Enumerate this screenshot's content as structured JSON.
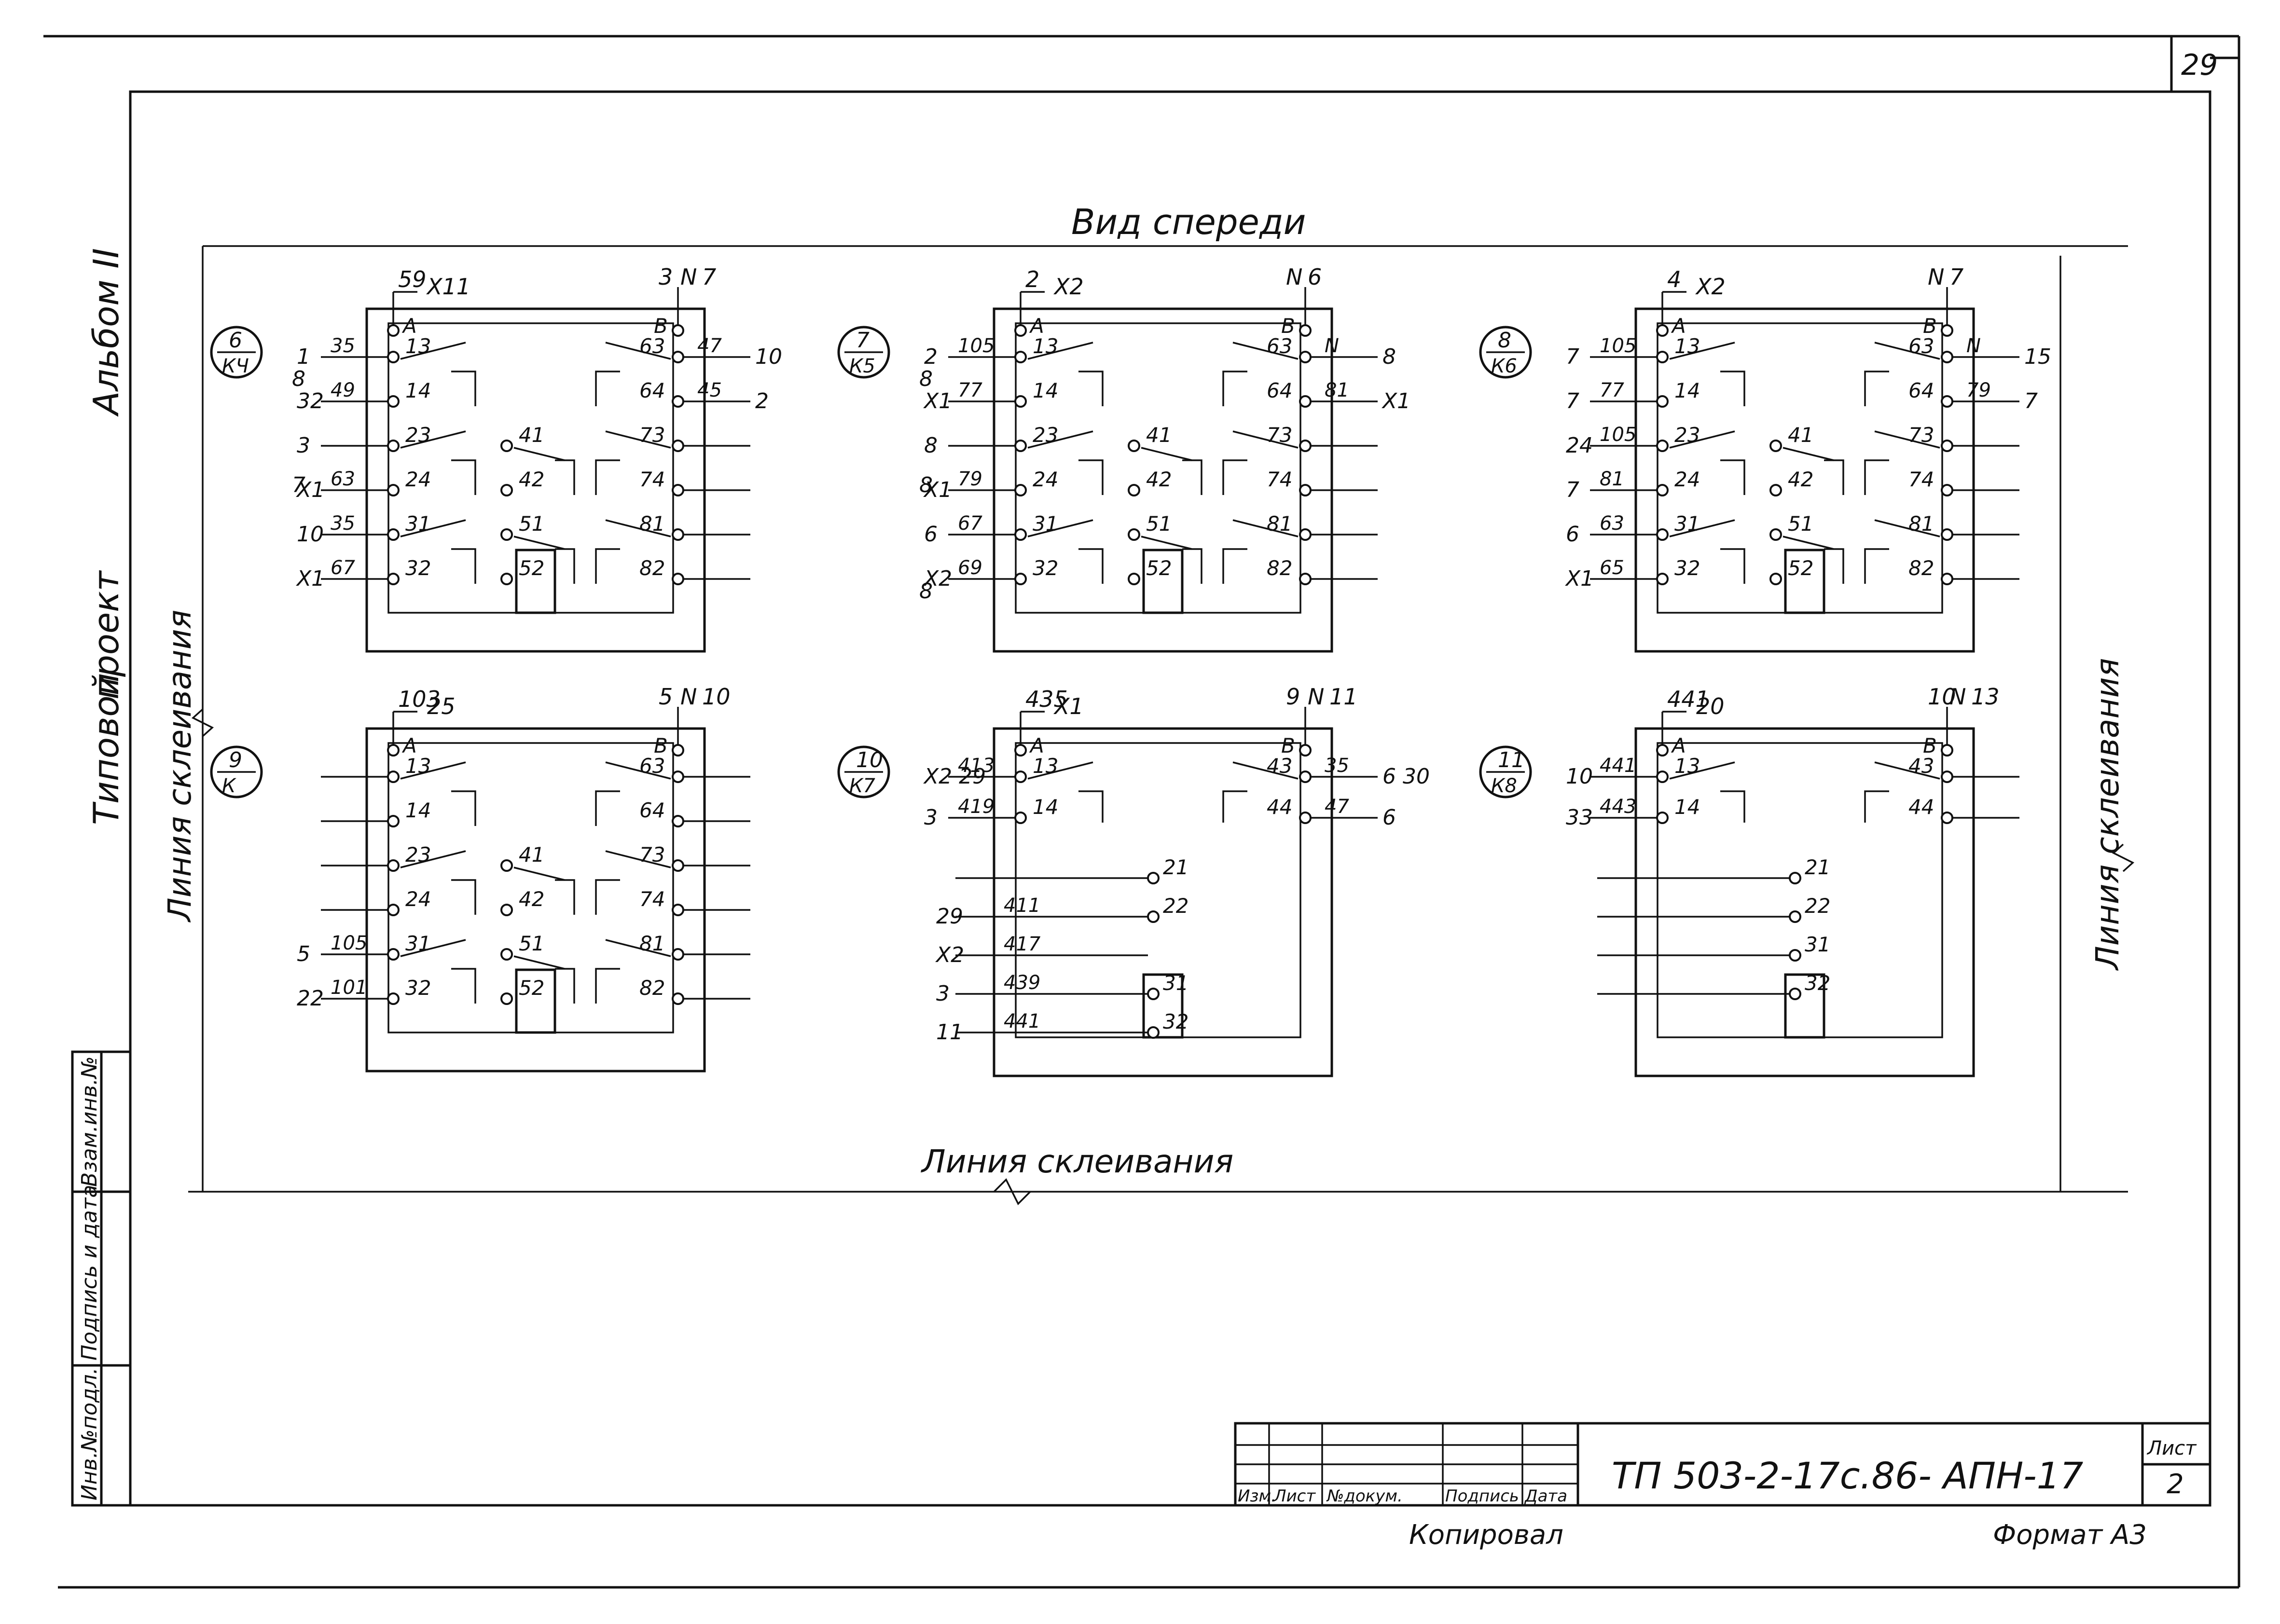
{
  "sheet": {
    "page_number": "29",
    "view_title": "Вид спереди",
    "glue_line_label": "Линия склеивания",
    "side_labels": [
      "Альбом II",
      "Типовой",
      "проект"
    ],
    "stamp_labels": [
      "Инв.№подл.",
      "Подпись и дата",
      "Взам.инв.№"
    ],
    "title_block": {
      "columns": [
        "Изм.",
        "Лист",
        "№докум.",
        "Подпись",
        "Дата"
      ],
      "code": "ТП   503-2-17с.86-  АПН-17",
      "sheet_label": "Лист",
      "sheet_number": "2",
      "copied_label": "Копировал",
      "format_label": "Формат А3"
    }
  },
  "relays": [
    {
      "tag_top": "6",
      "tag_bottom": "КЧ",
      "top_left_wire": "59",
      "top_left_dest": "Х11",
      "top_right_wires": [
        "3",
        "N",
        "7"
      ],
      "a_label": "А",
      "b_label": "В",
      "left_rows": [
        {
          "pin": "13",
          "wire": "35",
          "dest": "1"
        },
        {
          "pin": "14",
          "wire": "49",
          "dest": "32"
        },
        {
          "pin": "23",
          "wire": "",
          "dest": "3"
        },
        {
          "pin": "24",
          "wire": "63",
          "dest": "Х1"
        },
        {
          "pin": "31",
          "wire": "35",
          "dest": "10"
        },
        {
          "pin": "32",
          "wire": "67",
          "dest": "Х1"
        }
      ],
      "right_rows": [
        {
          "pin": "63",
          "wire": "47",
          "dest": "10"
        },
        {
          "pin": "64",
          "wire": "45",
          "dest": "2"
        },
        {
          "pin": "73",
          "wire": "",
          "dest": ""
        },
        {
          "pin": "74",
          "wire": "",
          "dest": ""
        },
        {
          "pin": "81",
          "wire": "",
          "dest": ""
        },
        {
          "pin": "82",
          "wire": "",
          "dest": ""
        }
      ],
      "mid_pins": [
        "41",
        "42",
        "51",
        "52"
      ],
      "extra_dests": [
        "8",
        "7"
      ]
    },
    {
      "tag_top": "7",
      "tag_bottom": "К5",
      "top_left_wire": "2",
      "top_left_dest": "Х2",
      "top_right_wires": [
        "N",
        "6"
      ],
      "a_label": "А",
      "b_label": "В",
      "left_rows": [
        {
          "pin": "13",
          "wire": "105",
          "dest": "2"
        },
        {
          "pin": "14",
          "wire": "77",
          "dest": "Х1"
        },
        {
          "pin": "23",
          "wire": "",
          "dest": "8"
        },
        {
          "pin": "24",
          "wire": "79",
          "dest": "Х1"
        },
        {
          "pin": "31",
          "wire": "67",
          "dest": "6"
        },
        {
          "pin": "32",
          "wire": "69",
          "dest": "Х2"
        }
      ],
      "right_rows": [
        {
          "pin": "63",
          "wire": "N",
          "dest": "8"
        },
        {
          "pin": "64",
          "wire": "81",
          "dest": "Х1"
        },
        {
          "pin": "73",
          "wire": "",
          "dest": ""
        },
        {
          "pin": "74",
          "wire": "",
          "dest": ""
        },
        {
          "pin": "81",
          "wire": "",
          "dest": ""
        },
        {
          "pin": "82",
          "wire": "",
          "dest": ""
        }
      ],
      "mid_pins": [
        "41",
        "42",
        "51",
        "52"
      ],
      "extra_dests": [
        "8",
        "8",
        "8"
      ]
    },
    {
      "tag_top": "8",
      "tag_bottom": "К6",
      "top_left_wire": "4",
      "top_left_dest": "Х2",
      "top_right_wires": [
        "N",
        "7"
      ],
      "a_label": "А",
      "b_label": "В",
      "left_rows": [
        {
          "pin": "13",
          "wire": "105",
          "dest": "7"
        },
        {
          "pin": "14",
          "wire": "77",
          "dest": "7"
        },
        {
          "pin": "23",
          "wire": "105",
          "dest": "24"
        },
        {
          "pin": "24",
          "wire": "81",
          "dest": "7"
        },
        {
          "pin": "31",
          "wire": "63",
          "dest": "6"
        },
        {
          "pin": "32",
          "wire": "65",
          "dest": "Х1"
        }
      ],
      "right_rows": [
        {
          "pin": "63",
          "wire": "N",
          "dest": "15"
        },
        {
          "pin": "64",
          "wire": "79",
          "dest": "7"
        },
        {
          "pin": "73",
          "wire": "",
          "dest": ""
        },
        {
          "pin": "74",
          "wire": "",
          "dest": ""
        },
        {
          "pin": "81",
          "wire": "",
          "dest": ""
        },
        {
          "pin": "82",
          "wire": "",
          "dest": ""
        }
      ],
      "mid_pins": [
        "41",
        "42",
        "51",
        "52"
      ]
    },
    {
      "tag_top": "9",
      "tag_bottom": "К",
      "top_left_wire": "103",
      "top_left_dest": "25",
      "top_right_wires": [
        "5",
        "N",
        "10"
      ],
      "a_label": "А",
      "b_label": "В",
      "left_rows": [
        {
          "pin": "13",
          "wire": "",
          "dest": ""
        },
        {
          "pin": "14",
          "wire": "",
          "dest": ""
        },
        {
          "pin": "23",
          "wire": "",
          "dest": ""
        },
        {
          "pin": "24",
          "wire": "",
          "dest": ""
        },
        {
          "pin": "31",
          "wire": "105",
          "dest": "5"
        },
        {
          "pin": "32",
          "wire": "101",
          "dest": "22"
        }
      ],
      "right_rows": [
        {
          "pin": "63",
          "wire": "",
          "dest": ""
        },
        {
          "pin": "64",
          "wire": "",
          "dest": ""
        },
        {
          "pin": "73",
          "wire": "",
          "dest": ""
        },
        {
          "pin": "74",
          "wire": "",
          "dest": ""
        },
        {
          "pin": "81",
          "wire": "",
          "dest": ""
        },
        {
          "pin": "82",
          "wire": "",
          "dest": ""
        }
      ],
      "mid_pins": [
        "41",
        "42",
        "51",
        "52"
      ]
    },
    {
      "tag_top": "10",
      "tag_bottom": "К7",
      "top_left_wire": "435",
      "top_left_dest": "Х1",
      "top_right_wires": [
        "9",
        "N",
        "11"
      ],
      "a_label": "А",
      "b_label": "В",
      "left_rows": [
        {
          "pin": "13",
          "wire": "413",
          "dest": "Х2 29"
        },
        {
          "pin": "14",
          "wire": "419",
          "dest": "3"
        }
      ],
      "right_rows": [
        {
          "pin": "43",
          "wire": "35",
          "dest": "6 30"
        },
        {
          "pin": "44",
          "wire": "47",
          "dest": "6"
        }
      ],
      "mid_rows": [
        {
          "pin": "21",
          "wire": "",
          "dest": ""
        },
        {
          "pin": "22",
          "wire": "411",
          "dest": "29"
        },
        {
          "pin": "",
          "wire": "417",
          "dest": "Х2"
        },
        {
          "pin": "31",
          "wire": "439",
          "dest": "3"
        },
        {
          "pin": "32",
          "wire": "441",
          "dest": "11"
        }
      ]
    },
    {
      "tag_top": "11",
      "tag_bottom": "К8",
      "top_left_wire": "441",
      "top_left_dest": "20",
      "top_right_wires": [
        "10",
        "N",
        "13"
      ],
      "a_label": "А",
      "b_label": "В",
      "left_rows": [
        {
          "pin": "13",
          "wire": "441",
          "dest": "10"
        },
        {
          "pin": "14",
          "wire": "443",
          "dest": "33"
        }
      ],
      "right_rows": [
        {
          "pin": "43",
          "wire": "",
          "dest": ""
        },
        {
          "pin": "44",
          "wire": "",
          "dest": ""
        }
      ],
      "mid_rows": [
        {
          "pin": "21",
          "wire": "",
          "dest": ""
        },
        {
          "pin": "22",
          "wire": "",
          "dest": ""
        },
        {
          "pin": "31",
          "wire": "",
          "dest": ""
        },
        {
          "pin": "32",
          "wire": "",
          "dest": ""
        }
      ]
    }
  ]
}
